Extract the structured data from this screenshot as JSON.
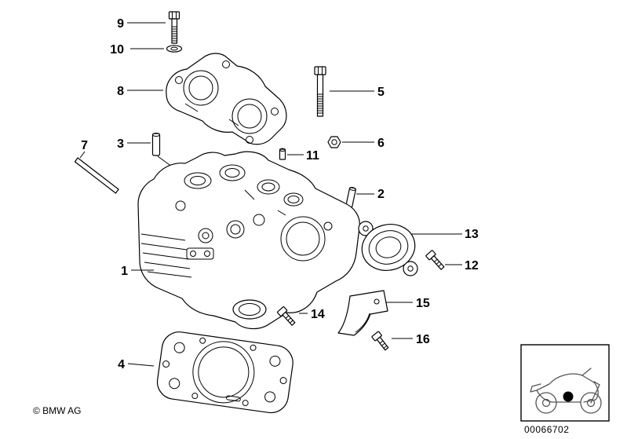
{
  "page": {
    "background_color": "#ffffff",
    "line_color": "#000000"
  },
  "callouts": [
    {
      "label": "1"
    },
    {
      "label": "2"
    },
    {
      "label": "3"
    },
    {
      "label": "4"
    },
    {
      "label": "5"
    },
    {
      "label": "6"
    },
    {
      "label": "7"
    },
    {
      "label": "8"
    },
    {
      "label": "9"
    },
    {
      "label": "10"
    },
    {
      "label": "11"
    },
    {
      "label": "12"
    },
    {
      "label": "13"
    },
    {
      "label": "14"
    },
    {
      "label": "15"
    },
    {
      "label": "16"
    }
  ],
  "footer": {
    "copyright": "© BMW AG",
    "image_number": "00066702"
  },
  "thumbnail": {
    "icon": "motorcycle-icon",
    "highlight_color": "#000000"
  }
}
